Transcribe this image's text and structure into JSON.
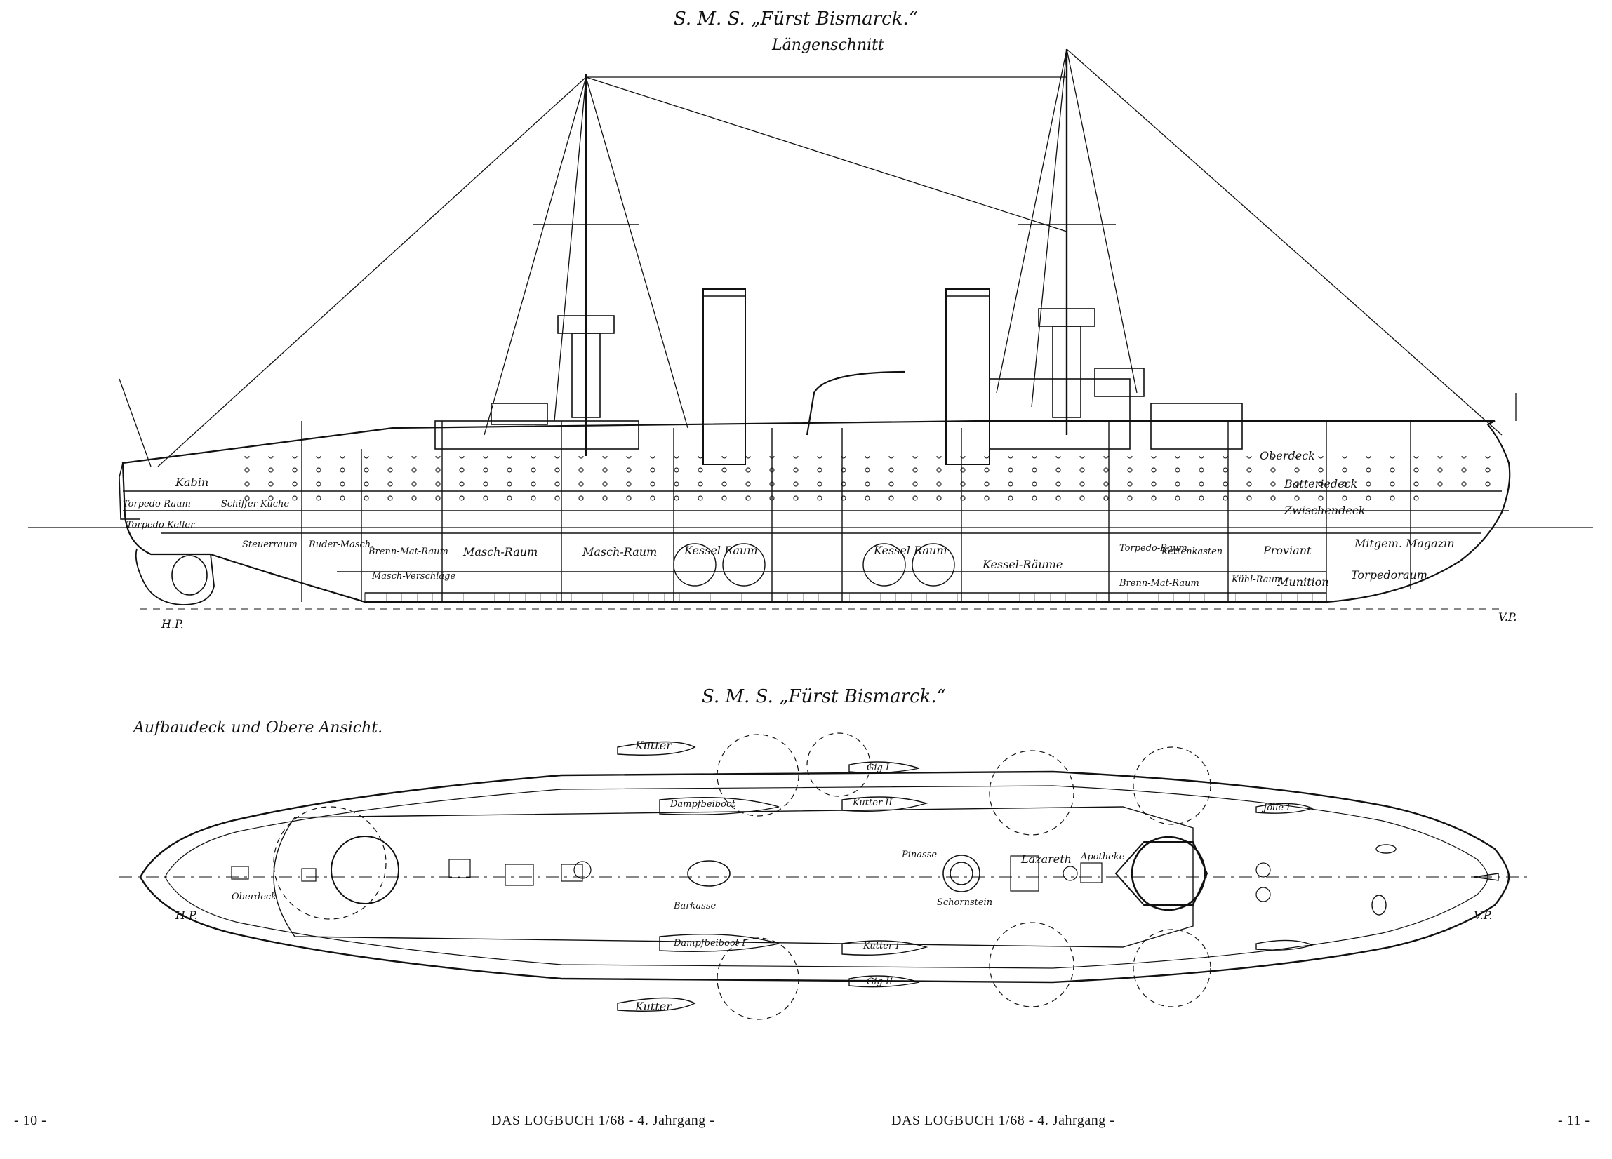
{
  "top": {
    "title": "S. M. S. „Fürst Bismarck.“",
    "subtitle": "Längenschnitt",
    "stern_mark": "H.P.",
    "bow_mark": "V.P.",
    "labels": {
      "kabin": "Kabin",
      "torpedo_raum": "Torpedo-Raum",
      "schiffer_kueche": "Schiffer Küche",
      "torpedo_keller": "Torpedo Keller",
      "steuerraum": "Steuerraum",
      "ruder_masch": "Ruder-Masch.",
      "brenn_mat_raum_1": "Brenn-Mat-Raum",
      "masch_raum_1": "Masch-Raum",
      "masch_raum_2": "Masch-Raum",
      "masch_verschlag": "Masch-Verschläge",
      "kessel_raum_1": "Kessel Raum",
      "kessel_raum_2": "Kessel Raum",
      "kessel_raeume": "Kessel-Räume",
      "brenn_mat_raum_2": "Brenn-Mat-Raum",
      "oberdeck": "Oberdeck",
      "batteriedeck": "Batteriedeck",
      "zwischendeck": "Zwischendeck",
      "torpedo_raum_2": "Torpedo-Raum",
      "kettenkasten": "Kettenkasten",
      "kuehl_raum": "Kühl-Raum",
      "munition": "Munition",
      "proviant": "Proviant",
      "torpedoraum_vorn": "Torpedoraum",
      "mitgem_magazin": "Mitgem. Magazin"
    }
  },
  "bottom": {
    "title": "S. M. S. „Fürst Bismarck.“",
    "subtitle": "Aufbaudeck und Obere Ansicht.",
    "stern_mark": "H.P.",
    "bow_mark": "V.P.",
    "labels": {
      "kutter_top": "Kutter",
      "kutter_bottom": "Kutter",
      "oberdeck": "Oberdeck",
      "dampfbeiboot_1": "Dampfbeiboot",
      "dampfbeiboot_2": "Dampfbeiboot I",
      "barkasse": "Barkasse",
      "kutter_ii": "Kutter II",
      "kutter_i": "Kutter I",
      "pinasse": "Pinasse",
      "gig_1": "Gig I",
      "gig_2": "Gig II",
      "lazareth": "Lazareth",
      "jolle": "Jolle I",
      "schornstein": "Schornstein",
      "apotheke": "Apotheke"
    }
  },
  "footer": {
    "page_left": "- 10 -",
    "page_right": "- 11 -",
    "caption_left": "DAS LOGBUCH 1/68 - 4. Jahrgang -",
    "caption_right": "DAS LOGBUCH 1/68 - 4. Jahrgang -"
  }
}
